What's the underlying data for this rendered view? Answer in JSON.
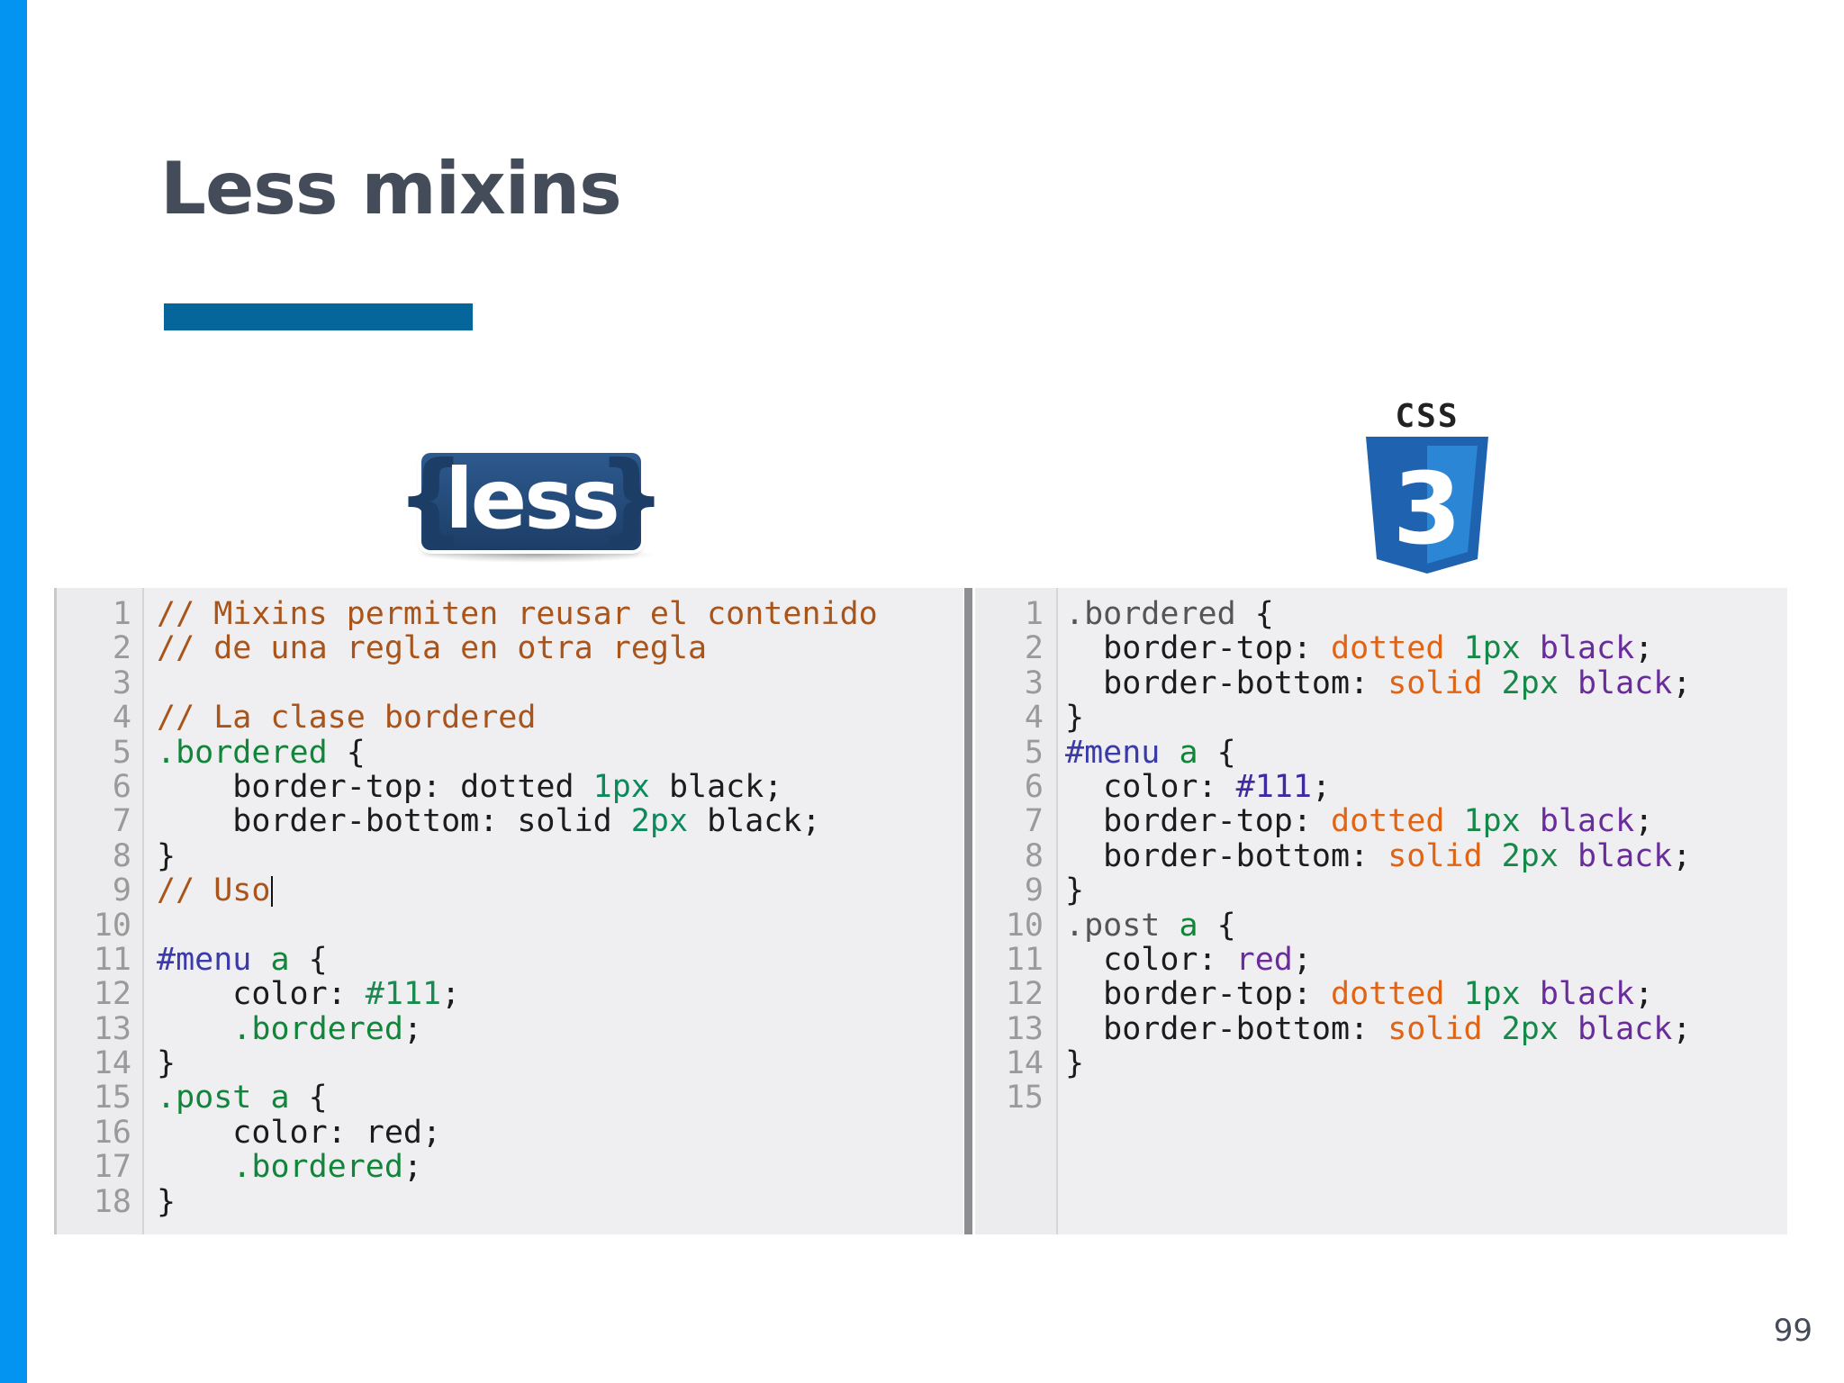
{
  "slide": {
    "title": "Less mixins",
    "page_number": "99",
    "colors": {
      "accent_bar": "#0393f0",
      "title_rule": "#05669c",
      "title_text": "#444b59"
    }
  },
  "logos": {
    "less": {
      "text": "less",
      "left_brace": "{",
      "right_brace": "}"
    },
    "css3": {
      "text": "CSS",
      "numeral": "3"
    }
  },
  "less_code": {
    "lines": [
      {
        "n": "1",
        "tokens": [
          {
            "t": "// Mixins permiten reusar el contenido",
            "c": "comment"
          }
        ]
      },
      {
        "n": "2",
        "tokens": [
          {
            "t": "// de una regla en otra regla",
            "c": "comment"
          }
        ]
      },
      {
        "n": "3",
        "tokens": []
      },
      {
        "n": "4",
        "tokens": [
          {
            "t": "// La clase bordered",
            "c": "comment"
          }
        ]
      },
      {
        "n": "5",
        "tokens": [
          {
            "t": ".bordered",
            "c": "selector"
          },
          {
            "t": " {",
            "c": "plain"
          }
        ]
      },
      {
        "n": "6",
        "tokens": [
          {
            "t": "    border-top: dotted ",
            "c": "plain"
          },
          {
            "t": "1px",
            "c": "number"
          },
          {
            "t": " black;",
            "c": "plain"
          }
        ]
      },
      {
        "n": "7",
        "tokens": [
          {
            "t": "    border-bottom: solid ",
            "c": "plain"
          },
          {
            "t": "2px",
            "c": "number"
          },
          {
            "t": " black;",
            "c": "plain"
          }
        ]
      },
      {
        "n": "8",
        "tokens": [
          {
            "t": "}",
            "c": "plain"
          }
        ]
      },
      {
        "n": "9",
        "tokens": [
          {
            "t": "// Uso",
            "c": "comment"
          }
        ],
        "cursor": true
      },
      {
        "n": "10",
        "tokens": []
      },
      {
        "n": "11",
        "tokens": [
          {
            "t": "#menu",
            "c": "id"
          },
          {
            "t": " ",
            "c": "plain"
          },
          {
            "t": "a",
            "c": "selector"
          },
          {
            "t": " {",
            "c": "plain"
          }
        ]
      },
      {
        "n": "12",
        "tokens": [
          {
            "t": "    color: ",
            "c": "plain"
          },
          {
            "t": "#111",
            "c": "hex"
          },
          {
            "t": ";",
            "c": "plain"
          }
        ]
      },
      {
        "n": "13",
        "tokens": [
          {
            "t": "    ",
            "c": "plain"
          },
          {
            "t": ".bordered",
            "c": "selector"
          },
          {
            "t": ";",
            "c": "plain"
          }
        ]
      },
      {
        "n": "14",
        "tokens": [
          {
            "t": "}",
            "c": "plain"
          }
        ]
      },
      {
        "n": "15",
        "tokens": [
          {
            "t": ".post",
            "c": "selector"
          },
          {
            "t": " ",
            "c": "plain"
          },
          {
            "t": "a",
            "c": "selector"
          },
          {
            "t": " {",
            "c": "plain"
          }
        ]
      },
      {
        "n": "16",
        "tokens": [
          {
            "t": "    color: red;",
            "c": "plain"
          }
        ]
      },
      {
        "n": "17",
        "tokens": [
          {
            "t": "    ",
            "c": "plain"
          },
          {
            "t": ".bordered",
            "c": "selector"
          },
          {
            "t": ";",
            "c": "plain"
          }
        ]
      },
      {
        "n": "18",
        "tokens": [
          {
            "t": "}",
            "c": "plain"
          }
        ]
      }
    ]
  },
  "css_code": {
    "lines": [
      {
        "n": "1",
        "tokens": [
          {
            "t": ".bordered",
            "c": "selector-plain"
          },
          {
            "t": " {",
            "c": "plain"
          }
        ]
      },
      {
        "n": "2",
        "tokens": [
          {
            "t": "  border-top: ",
            "c": "plain"
          },
          {
            "t": "dotted",
            "c": "value"
          },
          {
            "t": " ",
            "c": "plain"
          },
          {
            "t": "1px",
            "c": "num2"
          },
          {
            "t": " ",
            "c": "plain"
          },
          {
            "t": "black",
            "c": "color"
          },
          {
            "t": ";",
            "c": "plain"
          }
        ]
      },
      {
        "n": "3",
        "tokens": [
          {
            "t": "  border-bottom: ",
            "c": "plain"
          },
          {
            "t": "solid",
            "c": "value"
          },
          {
            "t": " ",
            "c": "plain"
          },
          {
            "t": "2px",
            "c": "num2"
          },
          {
            "t": " ",
            "c": "plain"
          },
          {
            "t": "black",
            "c": "color"
          },
          {
            "t": ";",
            "c": "plain"
          }
        ]
      },
      {
        "n": "4",
        "tokens": [
          {
            "t": "}",
            "c": "plain"
          }
        ]
      },
      {
        "n": "5",
        "tokens": [
          {
            "t": "#menu",
            "c": "id"
          },
          {
            "t": " ",
            "c": "plain"
          },
          {
            "t": "a",
            "c": "selector"
          },
          {
            "t": " {",
            "c": "plain"
          }
        ]
      },
      {
        "n": "6",
        "tokens": [
          {
            "t": "  color: ",
            "c": "plain"
          },
          {
            "t": "#111",
            "c": "hex2"
          },
          {
            "t": ";",
            "c": "plain"
          }
        ]
      },
      {
        "n": "7",
        "tokens": [
          {
            "t": "  border-top: ",
            "c": "plain"
          },
          {
            "t": "dotted",
            "c": "value"
          },
          {
            "t": " ",
            "c": "plain"
          },
          {
            "t": "1px",
            "c": "num2"
          },
          {
            "t": " ",
            "c": "plain"
          },
          {
            "t": "black",
            "c": "color"
          },
          {
            "t": ";",
            "c": "plain"
          }
        ]
      },
      {
        "n": "8",
        "tokens": [
          {
            "t": "  border-bottom: ",
            "c": "plain"
          },
          {
            "t": "solid",
            "c": "value"
          },
          {
            "t": " ",
            "c": "plain"
          },
          {
            "t": "2px",
            "c": "num2"
          },
          {
            "t": " ",
            "c": "plain"
          },
          {
            "t": "black",
            "c": "color"
          },
          {
            "t": ";",
            "c": "plain"
          }
        ]
      },
      {
        "n": "9",
        "tokens": [
          {
            "t": "}",
            "c": "plain"
          }
        ]
      },
      {
        "n": "10",
        "tokens": [
          {
            "t": ".post",
            "c": "selector-plain"
          },
          {
            "t": " ",
            "c": "plain"
          },
          {
            "t": "a",
            "c": "selector"
          },
          {
            "t": " {",
            "c": "plain"
          }
        ]
      },
      {
        "n": "11",
        "tokens": [
          {
            "t": "  color: ",
            "c": "plain"
          },
          {
            "t": "red",
            "c": "color"
          },
          {
            "t": ";",
            "c": "plain"
          }
        ]
      },
      {
        "n": "12",
        "tokens": [
          {
            "t": "  border-top: ",
            "c": "plain"
          },
          {
            "t": "dotted",
            "c": "value"
          },
          {
            "t": " ",
            "c": "plain"
          },
          {
            "t": "1px",
            "c": "num2"
          },
          {
            "t": " ",
            "c": "plain"
          },
          {
            "t": "black",
            "c": "color"
          },
          {
            "t": ";",
            "c": "plain"
          }
        ]
      },
      {
        "n": "13",
        "tokens": [
          {
            "t": "  border-bottom: ",
            "c": "plain"
          },
          {
            "t": "solid",
            "c": "value"
          },
          {
            "t": " ",
            "c": "plain"
          },
          {
            "t": "2px",
            "c": "num2"
          },
          {
            "t": " ",
            "c": "plain"
          },
          {
            "t": "black",
            "c": "color"
          },
          {
            "t": ";",
            "c": "plain"
          }
        ]
      },
      {
        "n": "14",
        "tokens": [
          {
            "t": "}",
            "c": "plain"
          }
        ]
      },
      {
        "n": "15",
        "tokens": []
      }
    ]
  }
}
